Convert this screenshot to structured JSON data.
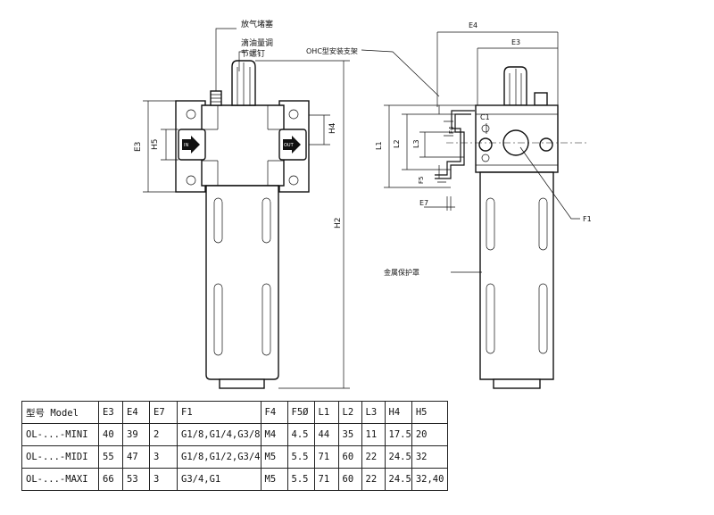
{
  "callouts": {
    "exhaust_plug": "放气堵塞",
    "oil_adjust_line1": "滴油量调",
    "oil_adjust_line2": "节螺钉",
    "bracket": "OHC型安装支架",
    "metal_guard": "金属保护罩",
    "port_in": "IN",
    "port_out": "OUT"
  },
  "dimensions": {
    "e3_left": "E3",
    "h5": "H5",
    "h4": "H4",
    "h2": "H2",
    "e4": "E4",
    "e3_right": "E3",
    "l1": "L1",
    "l2": "L2",
    "l3": "L3",
    "f4": "F4",
    "f5": "F5",
    "e7": "E7",
    "c1": "C1",
    "f1": "F1"
  },
  "table": {
    "headers": [
      "型号 Model",
      "E3",
      "E4",
      "E7",
      "F1",
      "F4",
      "F5Ø",
      "L1",
      "L2",
      "L3",
      "H4",
      "H5"
    ],
    "rows": [
      [
        "OL-...-MINI",
        "40",
        "39",
        "2",
        "G1/8,G1/4,G3/8",
        "M4",
        "4.5",
        "44",
        "35",
        "11",
        "17.5",
        "20"
      ],
      [
        "OL-...-MIDI",
        "55",
        "47",
        "3",
        "G1/8,G1/2,G3/4",
        "M5",
        "5.5",
        "71",
        "60",
        "22",
        "24.5",
        "32"
      ],
      [
        "OL-...-MAXI",
        "66",
        "53",
        "3",
        "G3/4,G1",
        "M5",
        "5.5",
        "71",
        "60",
        "22",
        "24.5",
        "32,40"
      ]
    ]
  }
}
